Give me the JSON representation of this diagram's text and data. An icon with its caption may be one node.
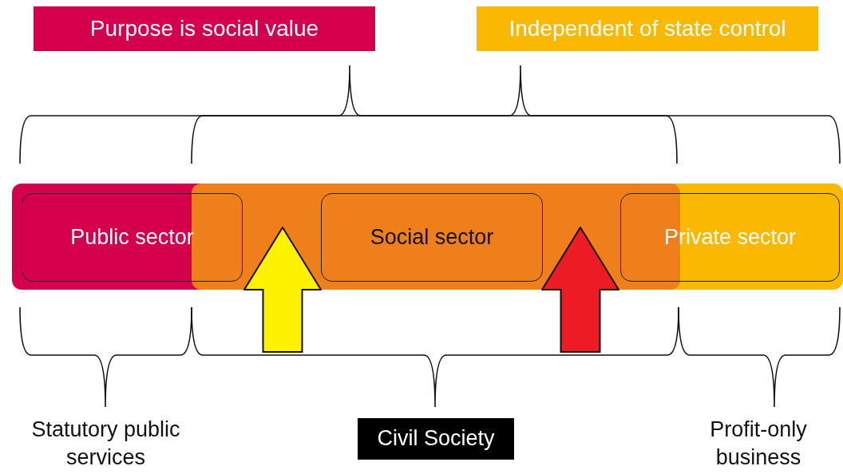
{
  "diagram": {
    "nodes": [
      {
        "text": [
          "Purpose is social value"
        ]
      },
      {
        "text": [
          "Independent of state control"
        ]
      },
      {
        "text": [
          "Public sector"
        ]
      },
      {
        "text": [],
        "shape": "arrow"
      },
      {
        "text": [
          "Social sector"
        ]
      },
      {
        "text": [],
        "shape": "arrow"
      },
      {
        "text": [
          "Private sector"
        ]
      },
      {
        "text": [
          "Statutory public services"
        ]
      },
      {
        "text": [
          "Civil Society"
        ]
      },
      {
        "text": [
          "Profit-only business"
        ]
      }
    ]
  }
}
